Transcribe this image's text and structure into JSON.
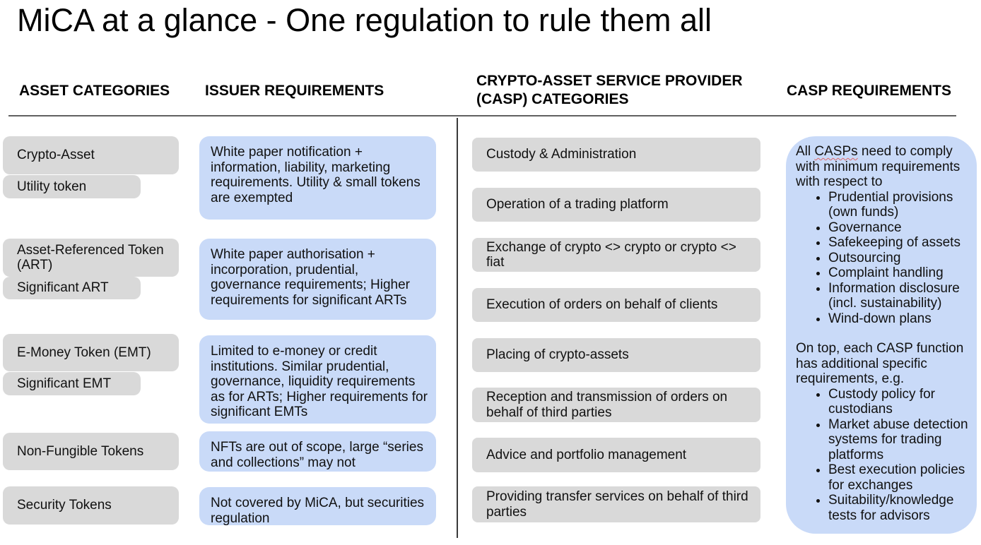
{
  "title": "MiCA at a glance - One regulation to rule them all",
  "asset_categories": {
    "header": "ASSET CATEGORIES",
    "groups": [
      {
        "main": "Crypto-Asset",
        "sub": "Utility token"
      },
      {
        "main": "Asset-Referenced Token (ART)",
        "sub": "Significant ART"
      },
      {
        "main": "E-Money Token (EMT)",
        "sub": "Significant EMT"
      },
      {
        "main": "Non-Fungible Tokens"
      },
      {
        "main": "Security Tokens"
      }
    ]
  },
  "issuer_requirements": {
    "header": "ISSUER REQUIREMENTS",
    "boxes": [
      "White paper notification + information, liability, marketing requirements. Utility & small tokens are exempted",
      "White paper authorisation + incorporation, prudential, governance requirements; Higher requirements for significant ARTs",
      "Limited to e-money or credit institutions. Similar prudential, governance, liquidity requirements as for ARTs; Higher requirements for significant EMTs",
      "NFTs are out of scope, large “series and collections” may not",
      "Not covered by MiCA, but securities regulation"
    ]
  },
  "casp_categories": {
    "header": "CRYPTO-ASSET SERVICE PROVIDER (CASP) CATEGORIES",
    "boxes": [
      "Custody & Administration",
      "Operation of a trading platform",
      "Exchange of crypto <> crypto or crypto <> fiat",
      "Execution of orders on behalf of clients",
      "Placing of crypto-assets",
      "Reception and transmission of orders on behalf of third parties",
      "Advice and portfolio management",
      "Providing transfer services on behalf of third parties"
    ]
  },
  "casp_requirements": {
    "header": "CASP REQUIREMENTS",
    "intro_prefix": "All ",
    "intro_word": "CASPs",
    "intro_suffix": " need to comply with minimum requirements with respect to",
    "minimum_bullets": [
      "Prudential provisions (own funds)",
      "Governance",
      "Safekeeping of assets",
      "Outsourcing",
      "Complaint handling",
      "Information disclosure (incl. sustainability)",
      "Wind-down plans"
    ],
    "additional_intro": "On top, each CASP function has additional specific requirements, e.g.",
    "additional_bullets": [
      "Custody policy for custodians",
      "Market abuse detection systems for trading platforms",
      "Best execution policies for exchanges",
      "Suitability/knowledge tests for advisors"
    ]
  },
  "colors": {
    "gray_box": "#d9d9d9",
    "blue_box": "#c9daf8",
    "horizontal_rule": "#606060",
    "vertical_rule": "#3a3a3a",
    "spellcheck_underline": "#e06666"
  }
}
